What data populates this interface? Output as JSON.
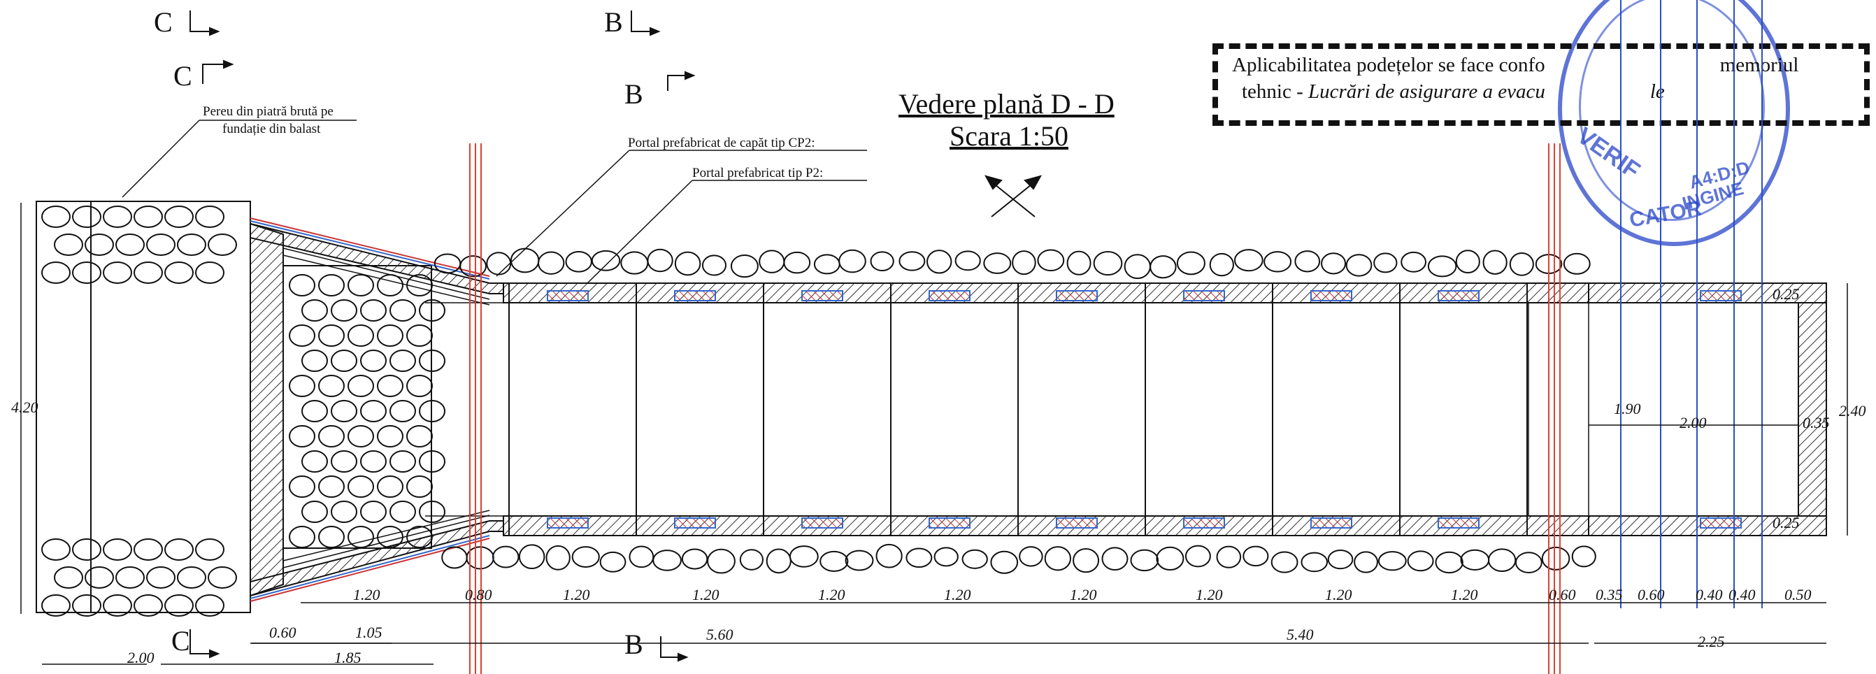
{
  "title": {
    "view": "Vedere plană D - D",
    "scale": "Scara 1:50"
  },
  "section_marks": {
    "c_top": "C",
    "c_top2": "C",
    "b_top": "B",
    "b_top2": "B",
    "c_bottom": "C",
    "b_bottom": "B"
  },
  "callouts": {
    "pereu": "Pereu din piatră brută pe",
    "pereu2": "fundație din balast",
    "portal_cp2": "Portal prefabricat de capăt tip CP2:",
    "portal_p2": "Portal prefabricat tip P2:"
  },
  "note": {
    "line1": "Aplicabilitatea podețelor  se face confo",
    "line1_end": "memoriul",
    "line2": "tehnic - ",
    "line2_italic": "Lucrări de asigurare a evacu",
    "line2_end": "le"
  },
  "stamp": {
    "text1": "VERIF",
    "text2": "CATOR",
    "text3": "A4:D:D",
    "text4": "INGINE"
  },
  "dimensions": {
    "left_height": "4.20",
    "right_height": "2.40",
    "bottom_row": [
      "1.20",
      "0.80",
      "1.20",
      "1.20",
      "1.20",
      "1.20",
      "1.20",
      "1.20",
      "1.20",
      "1.20",
      "0.60"
    ],
    "right_row": [
      "0.35",
      "0.60",
      "0.40",
      "0.40",
      "0.50"
    ],
    "total_left": "5.60",
    "total_right": "5.40",
    "total_far_right": "2.25",
    "left_dims": [
      "0.60",
      "1.05",
      "2.00",
      "1.85"
    ],
    "inner_190": "1.90",
    "inner_200": "2.00",
    "inner_035": "0.35",
    "top_025": "0.25",
    "bot_025": "0.25"
  }
}
